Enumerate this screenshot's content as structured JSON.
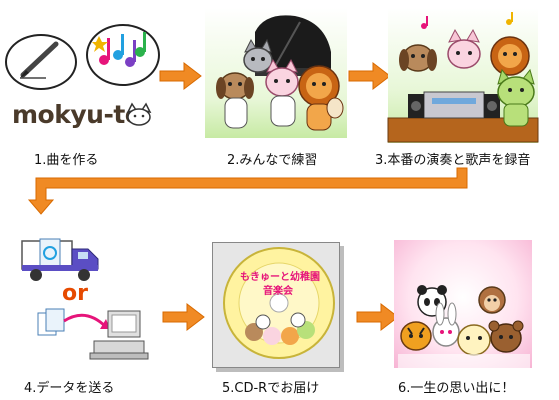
{
  "logo": {
    "text": "mokyu-to"
  },
  "steps": [
    {
      "label": "1.曲を作る"
    },
    {
      "label": "2.みんなで練習"
    },
    {
      "label": "3.本番の演奏と歌声を録音"
    },
    {
      "label": "4.データを送る"
    },
    {
      "label": "5.CD-Rでお届け"
    },
    {
      "label": "6.一生の思い出に！"
    }
  ],
  "cd": {
    "title_line1": "もきゅーと幼稚園",
    "title_line2": "音楽会"
  },
  "connector": {
    "or_text": "or"
  },
  "colors": {
    "arrow": "#f08a24",
    "arrow_stroke": "#d86a00",
    "accent_pink": "#e6147a",
    "or": "#e64a00"
  }
}
